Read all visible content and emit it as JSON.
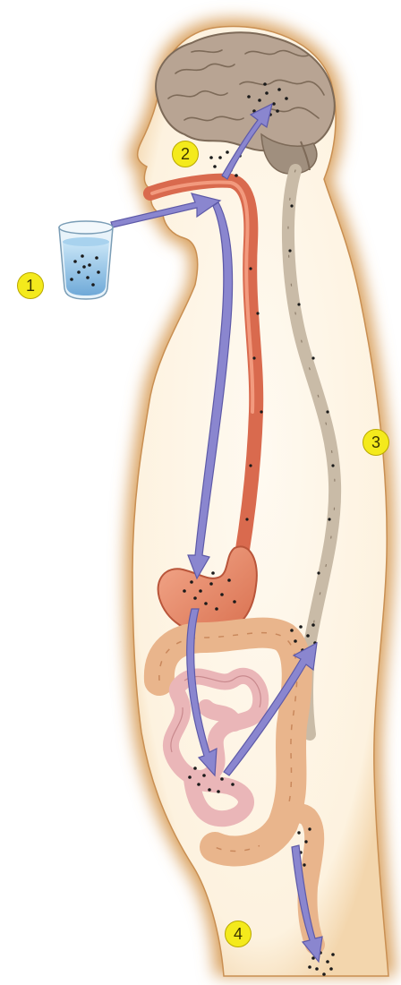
{
  "markers": [
    {
      "id": "1",
      "label": "1"
    },
    {
      "id": "2",
      "label": "2"
    },
    {
      "id": "3",
      "label": "3"
    },
    {
      "id": "4",
      "label": "4"
    }
  ],
  "colors": {
    "body_glow": "#d9a15e",
    "body_fill": "#fdf2df",
    "arrow": "#8a86cf",
    "esophagus": "#d96a4e",
    "stomach": "#e98e70",
    "small_intestine": "#eab6b8",
    "large_intestine": "#e9b58c",
    "brain": "#b8a493",
    "spinal_cord": "#c9bba7",
    "water": "#8fc3e6",
    "marker_fill": "#f4ea1c"
  },
  "icons": [
    "glass-of-water-icon",
    "brain-icon",
    "spinal-cord-icon",
    "esophagus-icon",
    "stomach-icon",
    "small-intestine-icon",
    "large-intestine-icon"
  ]
}
